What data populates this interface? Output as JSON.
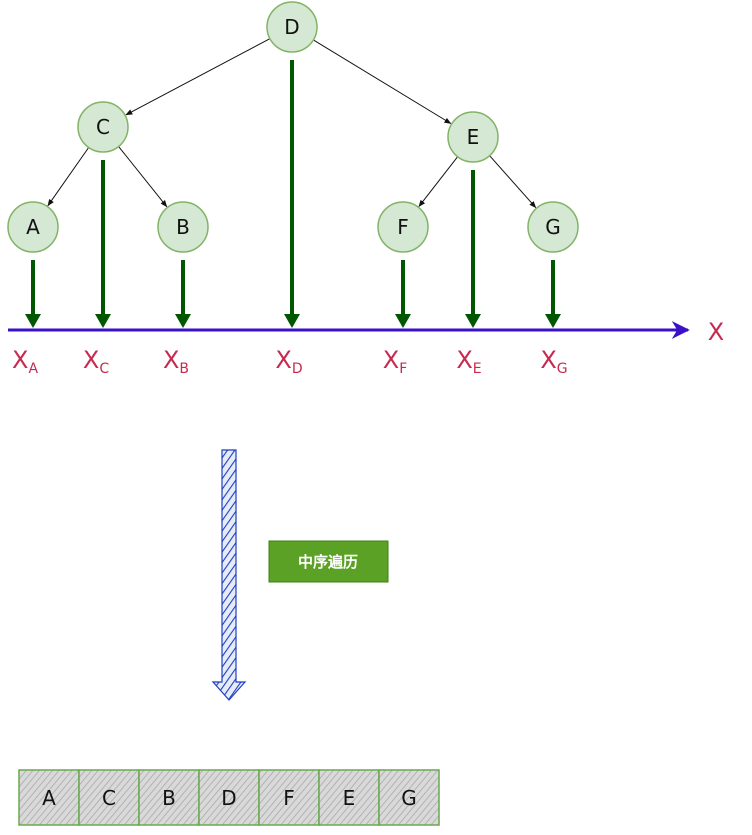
{
  "tree": {
    "nodes": [
      {
        "id": "D",
        "label": "D"
      },
      {
        "id": "C",
        "label": "C"
      },
      {
        "id": "E",
        "label": "E"
      },
      {
        "id": "A",
        "label": "A"
      },
      {
        "id": "B",
        "label": "B"
      },
      {
        "id": "F",
        "label": "F"
      },
      {
        "id": "G",
        "label": "G"
      }
    ],
    "edges": [
      {
        "from": "D",
        "to": "C"
      },
      {
        "from": "D",
        "to": "E"
      },
      {
        "from": "C",
        "to": "A"
      },
      {
        "from": "C",
        "to": "B"
      },
      {
        "from": "E",
        "to": "F"
      },
      {
        "from": "E",
        "to": "G"
      }
    ]
  },
  "axis": {
    "label": "X",
    "projections": [
      {
        "main": "X",
        "sub": "A"
      },
      {
        "main": "X",
        "sub": "C"
      },
      {
        "main": "X",
        "sub": "B"
      },
      {
        "main": "X",
        "sub": "D"
      },
      {
        "main": "X",
        "sub": "F"
      },
      {
        "main": "X",
        "sub": "E"
      },
      {
        "main": "X",
        "sub": "G"
      }
    ]
  },
  "step_label": "中序遍历",
  "result": [
    "A",
    "C",
    "B",
    "D",
    "F",
    "E",
    "G"
  ],
  "colors": {
    "node_fill": "#d5e8d4",
    "node_stroke": "#82b366",
    "projection_arrow": "#005700",
    "axis": "#3a10c8",
    "axis_label": "#c8294f",
    "step_fill": "#5aa125",
    "big_arrow": "#1f3fc1",
    "cell_fill": "#c8c8c8",
    "cell_stroke": "#6aa84f"
  }
}
